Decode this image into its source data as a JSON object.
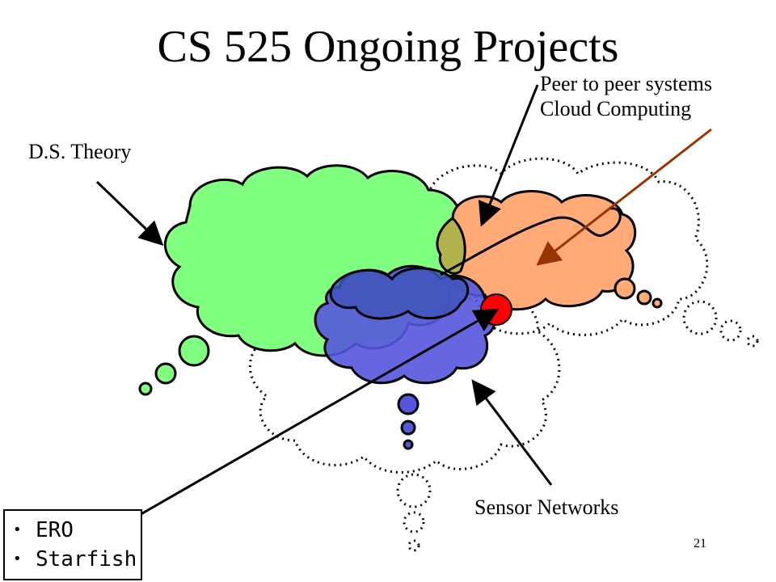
{
  "slide": {
    "title": "CS 525 Ongoing Projects",
    "page_number": "21"
  },
  "labels": {
    "ds_theory": "D.S. Theory",
    "p2p_line1": "Peer to peer systems",
    "p2p_line2": "Cloud Computing",
    "sensor": "Sensor Networks"
  },
  "box": {
    "items": [
      "ERO",
      "Starfish"
    ]
  },
  "colors": {
    "green_cloud": "#80ff80",
    "orange_cloud": "#ffaa77",
    "blue_cloud": "#5555dd",
    "red_dot": "#ff0000",
    "arrow": "#000000",
    "brown_arrow": "#993300"
  }
}
